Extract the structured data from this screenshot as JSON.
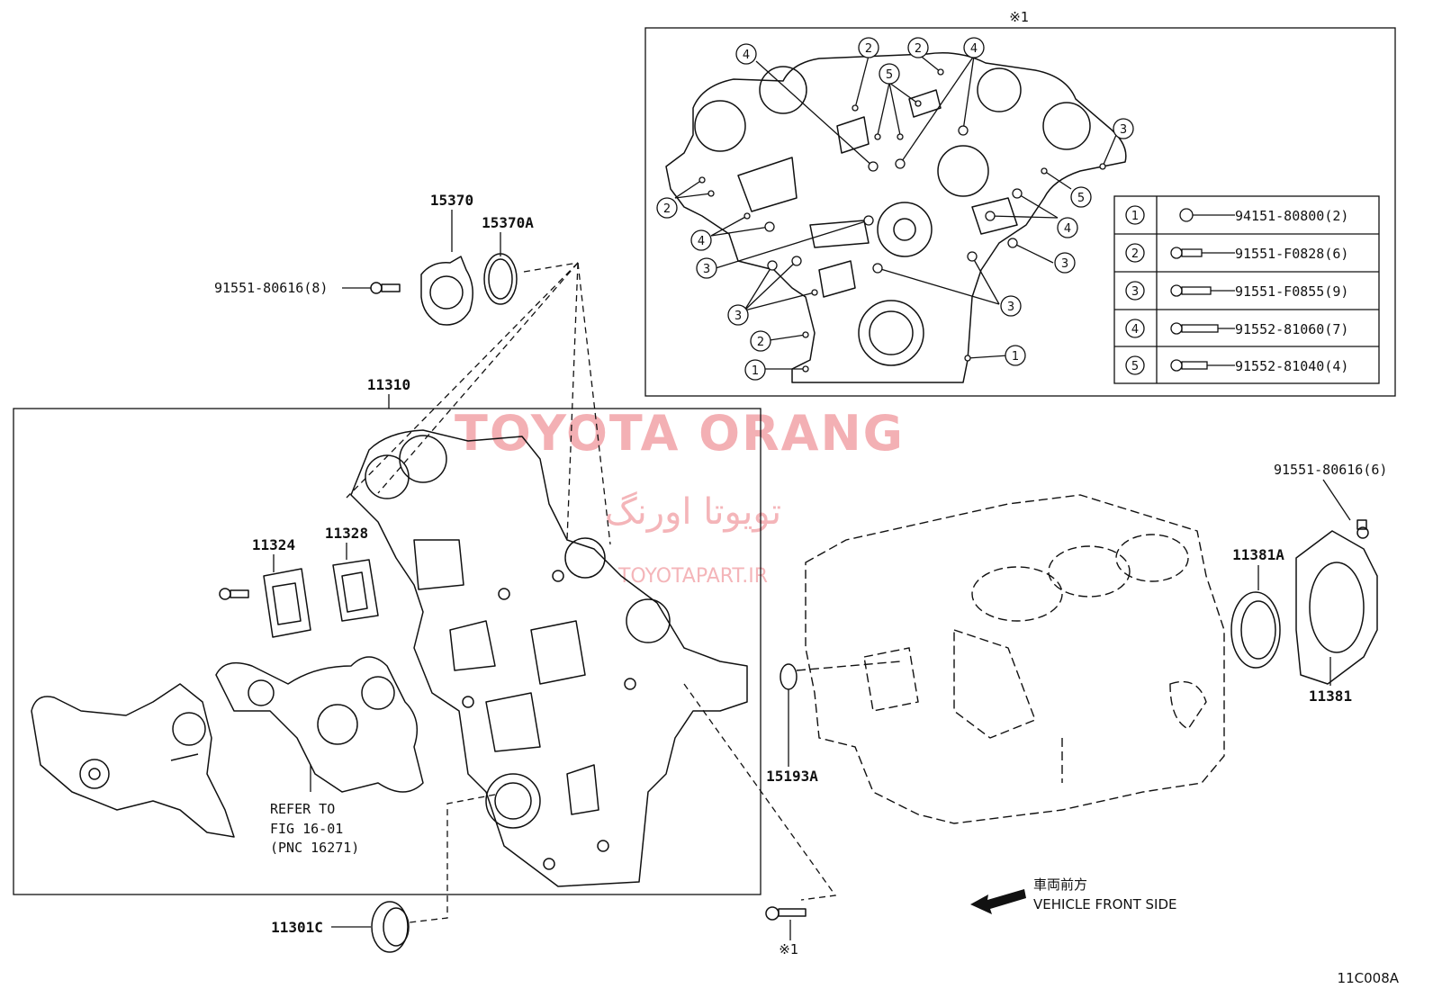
{
  "diagram_code": "11C008A",
  "watermark": {
    "title": "TOYOTA ORANG",
    "persian": "تویوتا اورنگ",
    "site": "TOYOTAPART.IR"
  },
  "detail_marker": "※1",
  "detail_marker_bottom": "※1",
  "callouts": {
    "p15370": "15370",
    "p15370A": "15370A",
    "p11310": "11310",
    "p11324": "11324",
    "p11328": "11328",
    "p11301C": "11301C",
    "p15193A": "15193A",
    "p11381A": "11381A",
    "p11381": "11381",
    "bolt_left": "91551-80616(8)",
    "bolt_right": "91551-80616(6)"
  },
  "refer_note": {
    "line1": "REFER TO",
    "line2": "FIG 16-01",
    "line3": "(PNC 16271)"
  },
  "direction": {
    "jp": "車両前方",
    "en": "VEHICLE FRONT SIDE"
  },
  "bolt_legend": [
    {
      "no": "1",
      "part": "94151-80800(2)"
    },
    {
      "no": "2",
      "part": "91551-F0828(6)"
    },
    {
      "no": "3",
      "part": "91551-F0855(9)"
    },
    {
      "no": "4",
      "part": "91552-81060(7)"
    },
    {
      "no": "5",
      "part": "91552-81040(4)"
    }
  ],
  "detail_markers": [
    "4",
    "2",
    "2",
    "4",
    "5",
    "3",
    "2",
    "5",
    "4",
    "4",
    "3",
    "3",
    "3",
    "3",
    "2",
    "1",
    "1"
  ]
}
